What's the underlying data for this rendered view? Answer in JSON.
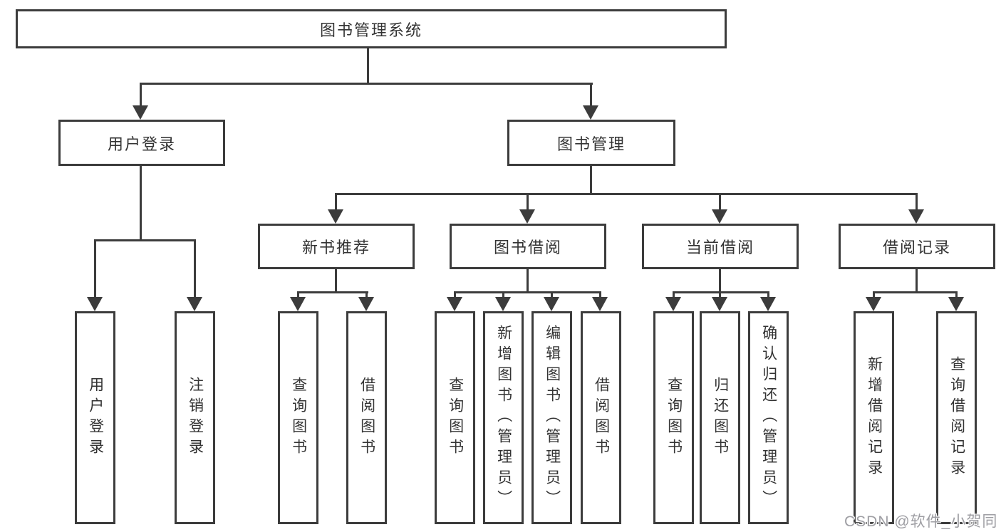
{
  "page": {
    "watermark": "CSDN @软件_小贺同学"
  },
  "colors": {
    "line": "#3c3c3c",
    "box_border": "#3c3c3c",
    "box_fill": "#ffffff",
    "text": "#333333",
    "watermark": "#9e9ea3"
  },
  "nodes": {
    "root": "图书管理系统",
    "l2": {
      "user_login": "用户登录",
      "book_mgmt": "图书管理"
    },
    "l3": {
      "new_book_rec": "新书推荐",
      "book_borrow": "图书借阅",
      "current_borrow": "当前借阅",
      "borrow_records": "借阅记录"
    },
    "leaves": {
      "login_user_login": "用户登录",
      "login_logout": "注销登录",
      "rec_query_books": "查询图书",
      "rec_borrow_books": "借阅图书",
      "borrow_query_books": "查询图书",
      "borrow_add_books_admin": "新增图书（管理员）",
      "borrow_edit_books_admin": "编辑图书（管理员）",
      "borrow_borrow_books": "借阅图书",
      "current_query_books": "查询图书",
      "current_return_books": "归还图书",
      "current_confirm_return_admin": "确认归还（管理员）",
      "records_add_record": "新增借阅记录",
      "records_query_record": "查询借阅记录"
    }
  }
}
